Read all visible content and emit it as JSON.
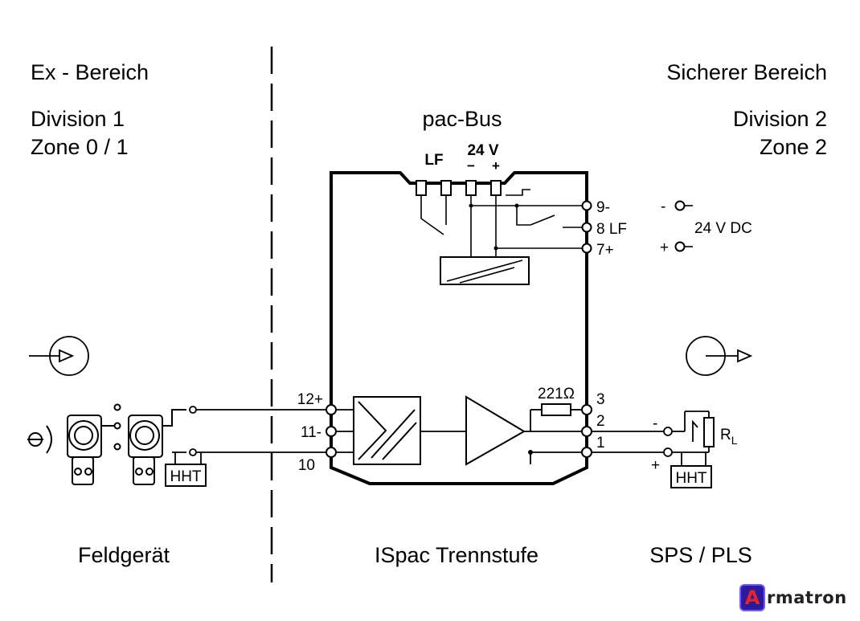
{
  "left_header": {
    "area": "Ex - Bereich",
    "division": "Division 1",
    "zone": "Zone 0 / 1"
  },
  "right_header": {
    "area": "Sicherer Bereich",
    "division": "Division 2",
    "zone": "Zone 2"
  },
  "bus": {
    "title": "pac-Bus",
    "lf": "LF",
    "voltage": "24 V",
    "minus": "−",
    "plus": "+"
  },
  "power_terminals": {
    "t9": "9-",
    "t8": "8 LF",
    "t7": "7+"
  },
  "supply": {
    "minus": "-",
    "plus": "+",
    "voltage": "24 V DC"
  },
  "field_terminals": {
    "t12": "12+",
    "t11": "11-",
    "t10": "10"
  },
  "output_terminals": {
    "t3": "3",
    "t2": "2",
    "t1": "1"
  },
  "resistor": "221Ω",
  "load": {
    "minus": "-",
    "plus": "+",
    "r": "R",
    "r_sub": "L"
  },
  "hht": "HHT",
  "footer": {
    "field_device": "Feldgerät",
    "isolator": "ISpac Trennstufe",
    "plc": "SPS / PLS"
  },
  "logo": {
    "letter": "A",
    "text": "rmatron"
  }
}
